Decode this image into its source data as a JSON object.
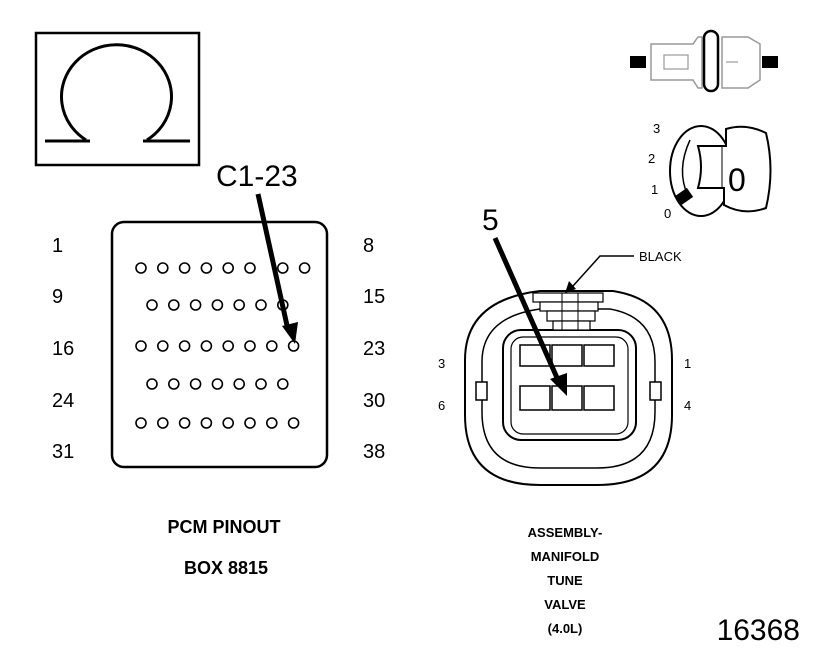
{
  "callouts": {
    "c1_23": "C1-23",
    "pin5": "5",
    "black": "BLACK"
  },
  "pcm_rows": [
    {
      "left": "1",
      "right": "8",
      "pins": 8,
      "gap_after": 6
    },
    {
      "left": "9",
      "right": "15",
      "pins": 7
    },
    {
      "left": "16",
      "right": "23",
      "pins": 8
    },
    {
      "left": "24",
      "right": "30",
      "pins": 7
    },
    {
      "left": "31",
      "right": "38",
      "pins": 8
    }
  ],
  "connector_pins": {
    "tl": "3",
    "bl": "6",
    "tr": "1",
    "br": "4"
  },
  "switch_positions": [
    "3",
    "2",
    "1",
    "0"
  ],
  "key_value": "0",
  "captions": {
    "pcm_line1": "PCM PINOUT",
    "pcm_line2": "BOX 8815",
    "assembly": [
      "ASSEMBLY-",
      "MANIFOLD",
      "TUNE",
      "VALVE",
      "(4.0L)"
    ]
  },
  "figure_number": "16368",
  "icons": {
    "ohm": "ohm-icon",
    "connector": "connector-icon",
    "ignition": "ignition-key-icon"
  }
}
